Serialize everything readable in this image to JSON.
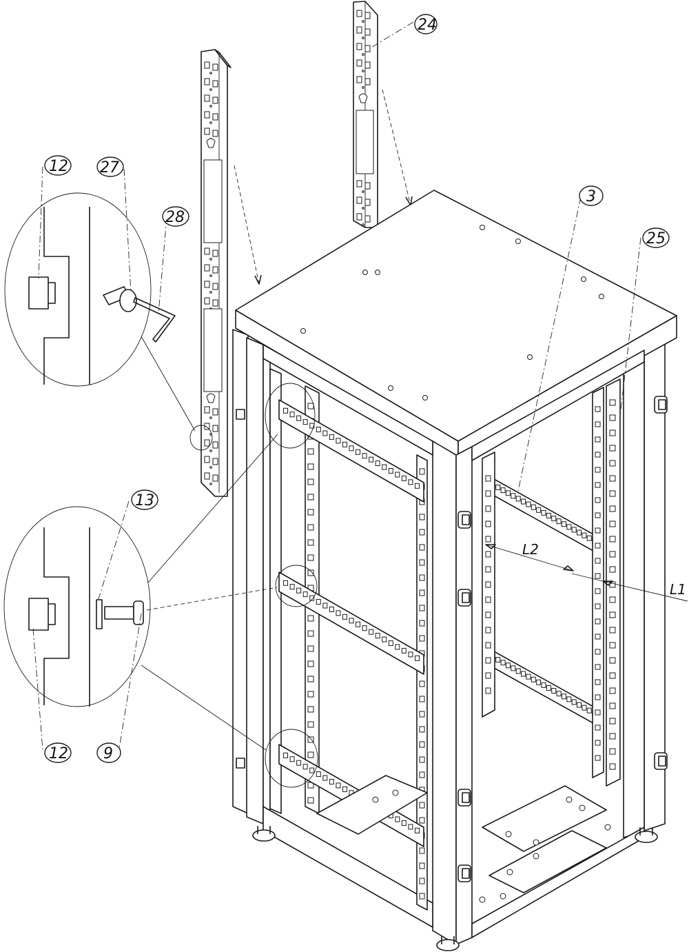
{
  "callouts": {
    "c24": "24",
    "c27": "27",
    "c28": "28",
    "c12_top": "12",
    "c3": "3",
    "c25": "25",
    "c13": "13",
    "c12_bottom": "12",
    "c9": "9"
  },
  "dimensions": {
    "l1": "L1",
    "l2": "L2"
  }
}
